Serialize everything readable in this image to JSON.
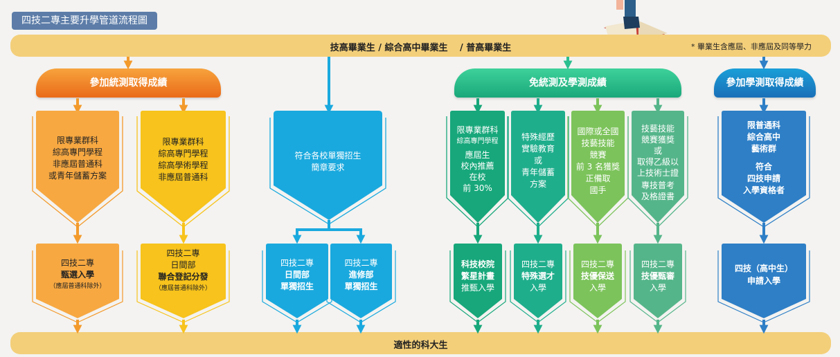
{
  "title": "四技二專主要升學管道流程圖",
  "top_band": {
    "sources": "技高畢業生 / 綜合高中畢業生　 / 普高畢業生",
    "note": "* 畢業生含應屆、非應屆及同等學力"
  },
  "bottom_band": {
    "label": "適性的科大生"
  },
  "headers": {
    "unified_exam": "參加統測取得成績",
    "no_exam": "免統測及學測成績",
    "gsat": "參加學測取得成績"
  },
  "eligibility": {
    "selective": [
      "限專業群科",
      "綜高專門學程",
      "非應屆普通科",
      "或青年儲蓄方案"
    ],
    "joint": [
      "限專業群科",
      "綜高專門學程",
      "綜高學術學程",
      "非應屆普通科"
    ],
    "independent": [
      "符合各校單獨招生",
      "簡章要求"
    ],
    "school_rec": [
      "限專業群科",
      "綜高專門學程",
      "應屆生",
      "校內推薦",
      "在校",
      "前 30%"
    ],
    "special_exp": [
      "特殊經歷",
      "實驗教育",
      "或",
      "青年儲蓄",
      "方案"
    ],
    "skill_comp": [
      "國際或全國",
      "技藝技能",
      "競賽",
      "前 3 名獲獎",
      "正備取",
      "國手"
    ],
    "skill_cert": [
      "技藝技能",
      "競賽獲獎",
      "或",
      "取得乙級以",
      "上技術士證",
      "專技普考",
      "及格證書"
    ],
    "gsat_req": [
      "限普通科",
      "綜合高中",
      "藝術群",
      "符合",
      "四技申請",
      "入學資格者"
    ]
  },
  "outcomes": {
    "selective": [
      "四技二專",
      "甄選入學",
      "（應屆普通科除外）"
    ],
    "joint": [
      "四技二專",
      "日間部",
      "聯合登記分發",
      "（應屆普通科除外）"
    ],
    "day_indep": [
      "四技二專",
      "日間部",
      "單獨招生"
    ],
    "night_indep": [
      "四技二專",
      "進修部",
      "單獨招生"
    ],
    "star": [
      "科技校院",
      "繁星計畫",
      "推甄入學"
    ],
    "special_talent": [
      "四技二專",
      "特殊選才",
      "入學"
    ],
    "skill_guarantee": [
      "四技二專",
      "技優保送",
      "入學"
    ],
    "skill_selective": [
      "四技二專",
      "技優甄審",
      "入學"
    ],
    "apply": [
      "四技（高中生）",
      "申請入學"
    ]
  },
  "colors": {
    "orange": "#f39a2c",
    "yellow": "#f7c31c",
    "blue": "#1aa9de",
    "green1": "#17a77a",
    "green2": "#1fae8c",
    "green3": "#7cc35b",
    "green4": "#55b58a",
    "navy": "#2e7fc6"
  }
}
